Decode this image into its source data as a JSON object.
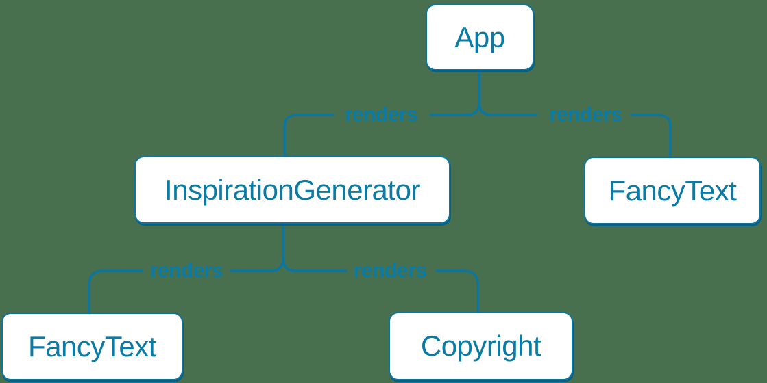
{
  "colors": {
    "background": "#48704e",
    "accent": "#0a7ba5",
    "accent_line": "#0c76a0",
    "box_fill": "#ffffff",
    "box_shadow": "#086183"
  },
  "diagram": {
    "description": "React render tree diagram",
    "nodes": [
      {
        "id": "app",
        "label": "App"
      },
      {
        "id": "inspiration-generator",
        "label": "InspirationGenerator"
      },
      {
        "id": "fancy-text-top-right",
        "label": "FancyText"
      },
      {
        "id": "fancy-text-bottom-left",
        "label": "FancyText"
      },
      {
        "id": "copyright",
        "label": "Copyright"
      }
    ],
    "edges": [
      {
        "from": "App",
        "to": "InspirationGenerator",
        "label": "renders"
      },
      {
        "from": "App",
        "to": "FancyText",
        "label": "renders"
      },
      {
        "from": "InspirationGenerator",
        "to": "FancyText",
        "label": "renders"
      },
      {
        "from": "InspirationGenerator",
        "to": "Copyright",
        "label": "renders"
      }
    ]
  }
}
